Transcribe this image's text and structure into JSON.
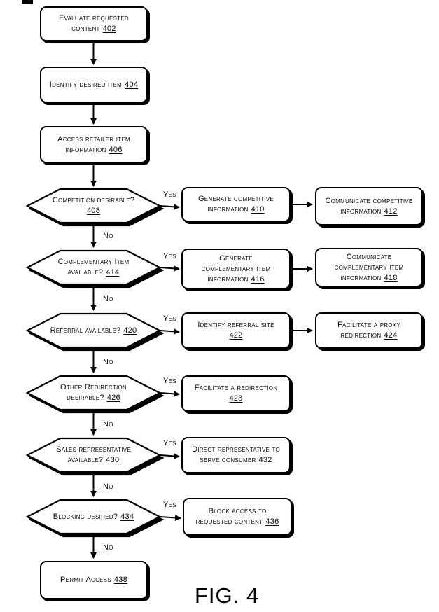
{
  "figure": {
    "caption": "FIG. 4"
  },
  "labels": {
    "yes": "Yes",
    "no": "No"
  },
  "nodes": {
    "n402": {
      "line1": "Evaluate requested",
      "line2": "content",
      "ref": "402"
    },
    "n404": {
      "line1": "Identify desired item",
      "ref": "404"
    },
    "n406": {
      "line1": "Access retailer item",
      "line2": "information",
      "ref": "406"
    },
    "d408": {
      "line1": "Competition desirable?",
      "ref": "408"
    },
    "n410": {
      "line1": "Generate competitive",
      "line2": "information",
      "ref": "410"
    },
    "n412": {
      "line1": "Communicate competitive",
      "line2": "information",
      "ref": "412"
    },
    "d414": {
      "line1": "Complementary Item",
      "line2": "available?",
      "ref": "414"
    },
    "n416": {
      "line1": "Generate",
      "line2": "complementary item",
      "line3": "information",
      "ref": "416"
    },
    "n418": {
      "line1": "Communicate",
      "line2": "complementary item",
      "line3": "information",
      "ref": "418"
    },
    "d420": {
      "line1": "Referral available?",
      "ref": "420"
    },
    "n422": {
      "line1": "Identify referral site",
      "ref": "422"
    },
    "n424": {
      "line1": "Facilitate a proxy",
      "line2": "redirection",
      "ref": "424"
    },
    "d426": {
      "line1": "Other Redirection",
      "line2": "desirable?",
      "ref": "426"
    },
    "n428": {
      "line1": "Facilitate a redirection",
      "ref": "428"
    },
    "d430": {
      "line1": "Sales representative",
      "line2": "available?",
      "ref": "430"
    },
    "n432": {
      "line1": "Direct representative to",
      "line2": "serve consumer",
      "ref": "432"
    },
    "d434": {
      "line1": "Blocking desired?",
      "ref": "434"
    },
    "n436": {
      "line1": "Block access to",
      "line2": "requested content",
      "ref": "436"
    },
    "n438": {
      "line1": "Permit Access",
      "ref": "438"
    }
  }
}
